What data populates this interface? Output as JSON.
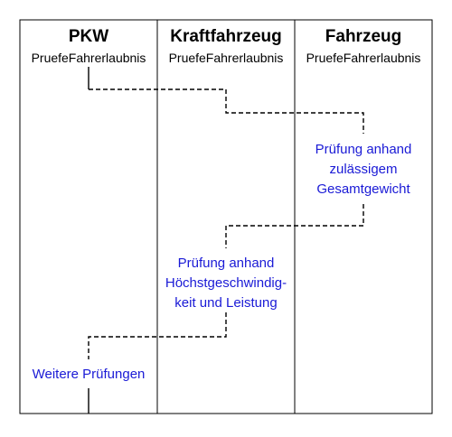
{
  "colors": {
    "border": "#000000",
    "connector": "#000000",
    "note_text": "#1a1ad6",
    "background": "#ffffff"
  },
  "lanes": [
    {
      "title": "PKW",
      "method": "PruefeFahrerlaubnis"
    },
    {
      "title": "Kraftfahrzeug",
      "method": "PruefeFahrerlaubnis"
    },
    {
      "title": "Fahrzeug",
      "method": "PruefeFahrerlaubnis"
    }
  ],
  "notes": [
    {
      "lines": [
        "Prüfung anhand",
        "zulässigem",
        "Gesamtgewicht"
      ]
    },
    {
      "lines": [
        "Prüfung anhand",
        "Höchstgeschwindig-",
        "keit und Leistung"
      ]
    },
    {
      "lines": [
        "Weitere Prüfungen"
      ]
    }
  ]
}
